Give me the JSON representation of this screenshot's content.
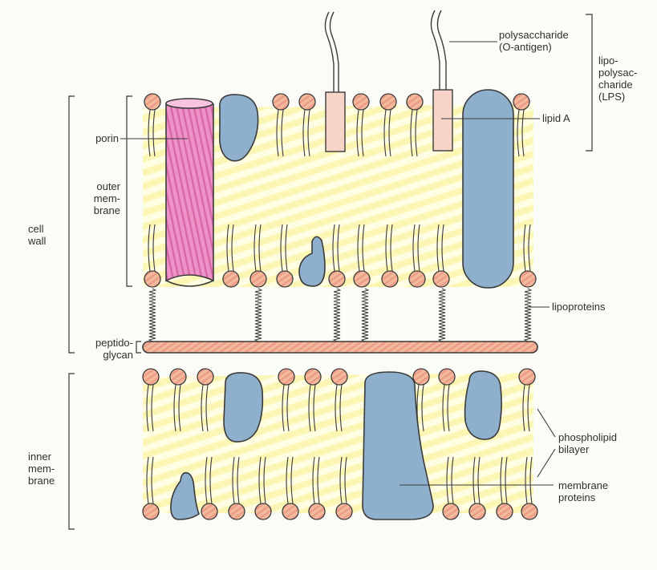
{
  "colors": {
    "paper": "#fbfbf7",
    "membrane_stripe_a": "#fbf6b4",
    "membrane_stripe_b": "#fffde2",
    "lipid_head": "#f2b99a",
    "lipid_head_stripe": "#ee9c8a",
    "porin": "#ee93c5",
    "porin_stripe": "#d86aac",
    "protein": "#8fb0cc",
    "lipid_a": "#f6d5c8",
    "peptidoglycan": "#f4a98d",
    "line": "#3a3a3a",
    "bracket": "#555555",
    "lps_bracket_tip": "#6aa59a"
  },
  "labels": {
    "polysaccharide": [
      "polysaccharide",
      "(O-antigen)"
    ],
    "lps": [
      "lipo-",
      "polysac-",
      "charide",
      "(LPS)"
    ],
    "lipid_a": "lipid A",
    "porin": "porin",
    "outer_membrane": [
      "outer",
      "mem-",
      "brane"
    ],
    "cell_wall": [
      "cell",
      "wall"
    ],
    "lipoproteins": "lipoproteins",
    "peptidoglycan": [
      "peptido-",
      "glycan"
    ],
    "inner_membrane": [
      "inner",
      "mem-",
      "brane"
    ],
    "phospholipid_bilayer": [
      "phospholipid",
      "bilayer"
    ],
    "membrane_proteins": [
      "membrane",
      "proteins"
    ]
  }
}
